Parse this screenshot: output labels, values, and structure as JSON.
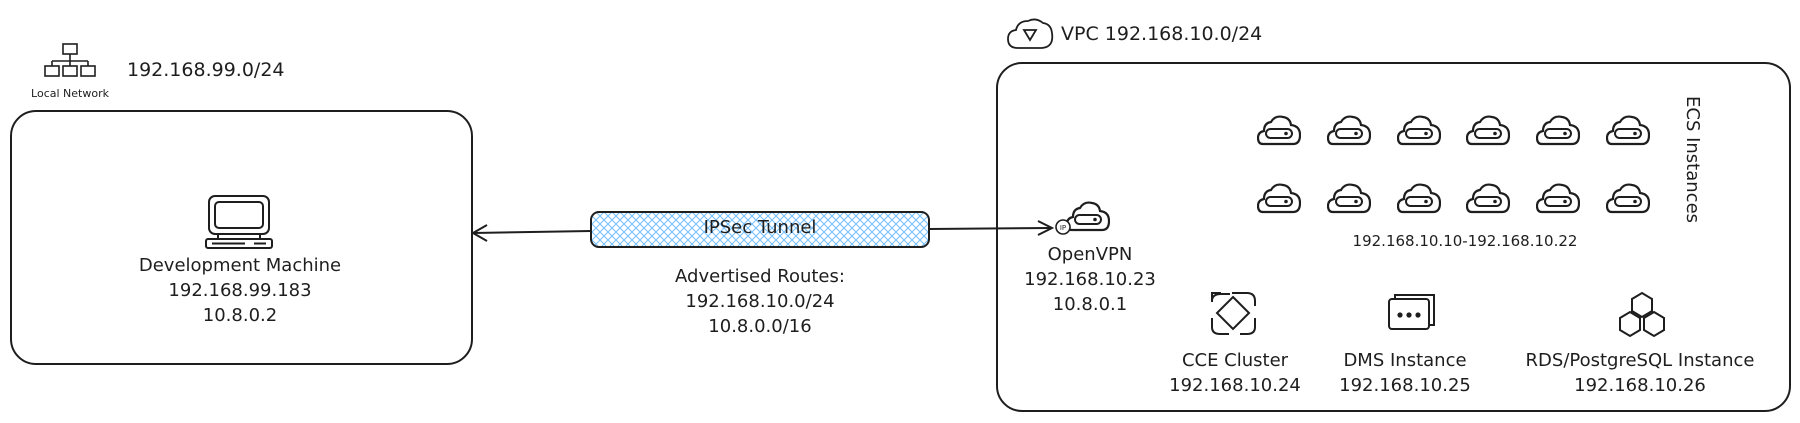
{
  "local": {
    "icon_label": "Local Network",
    "cidr": "192.168.99.0/24",
    "machine": {
      "lines": [
        "Development Machine",
        "192.168.99.183",
        "10.8.0.2"
      ]
    }
  },
  "tunnel": {
    "label": "IPSec Tunnel",
    "routes_title": "Advertised Routes:",
    "routes": [
      "192.168.10.0/24",
      "10.8.0.0/16"
    ]
  },
  "vpc": {
    "title": "VPC 192.168.10.0/24",
    "openvpn": {
      "lines": [
        "OpenVPN",
        "192.168.10.23",
        "10.8.0.1"
      ]
    },
    "ecs": {
      "group_label": "ECS Instances",
      "range": "192.168.10.10-192.168.10.22",
      "count": 12
    },
    "services": [
      {
        "name": "CCE Cluster",
        "ip": "192.168.10.24",
        "icon": "cce-cluster-icon"
      },
      {
        "name": "DMS Instance",
        "ip": "192.168.10.25",
        "icon": "dms-icon"
      },
      {
        "name": "RDS/PostgreSQL Instance",
        "ip": "192.168.10.26",
        "icon": "rds-icon"
      }
    ]
  },
  "colors": {
    "stroke": "#1e1e1e",
    "tunnel_fill": "#a5d8ff"
  }
}
